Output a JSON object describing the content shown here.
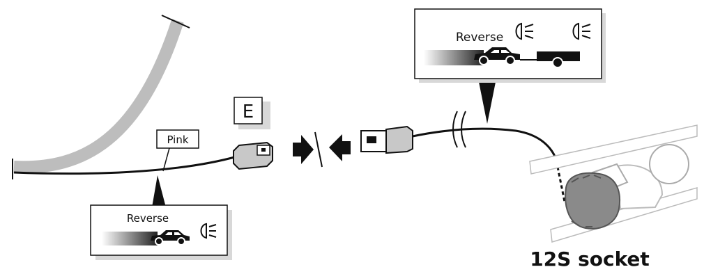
{
  "labels": {
    "connector_letter": "E",
    "wire_color": "Pink",
    "reverse_left": "Reverse",
    "reverse_right": "Reverse",
    "socket": "12S socket"
  },
  "colors": {
    "wire": "#111111",
    "gray_body": "#bdbdbd",
    "socket_gray": "#8a8a8a",
    "background": "#ffffff"
  },
  "icons": [
    "headlight-icon",
    "car-icon",
    "trailer-icon",
    "arrow-right-icon",
    "arrow-left-icon"
  ]
}
